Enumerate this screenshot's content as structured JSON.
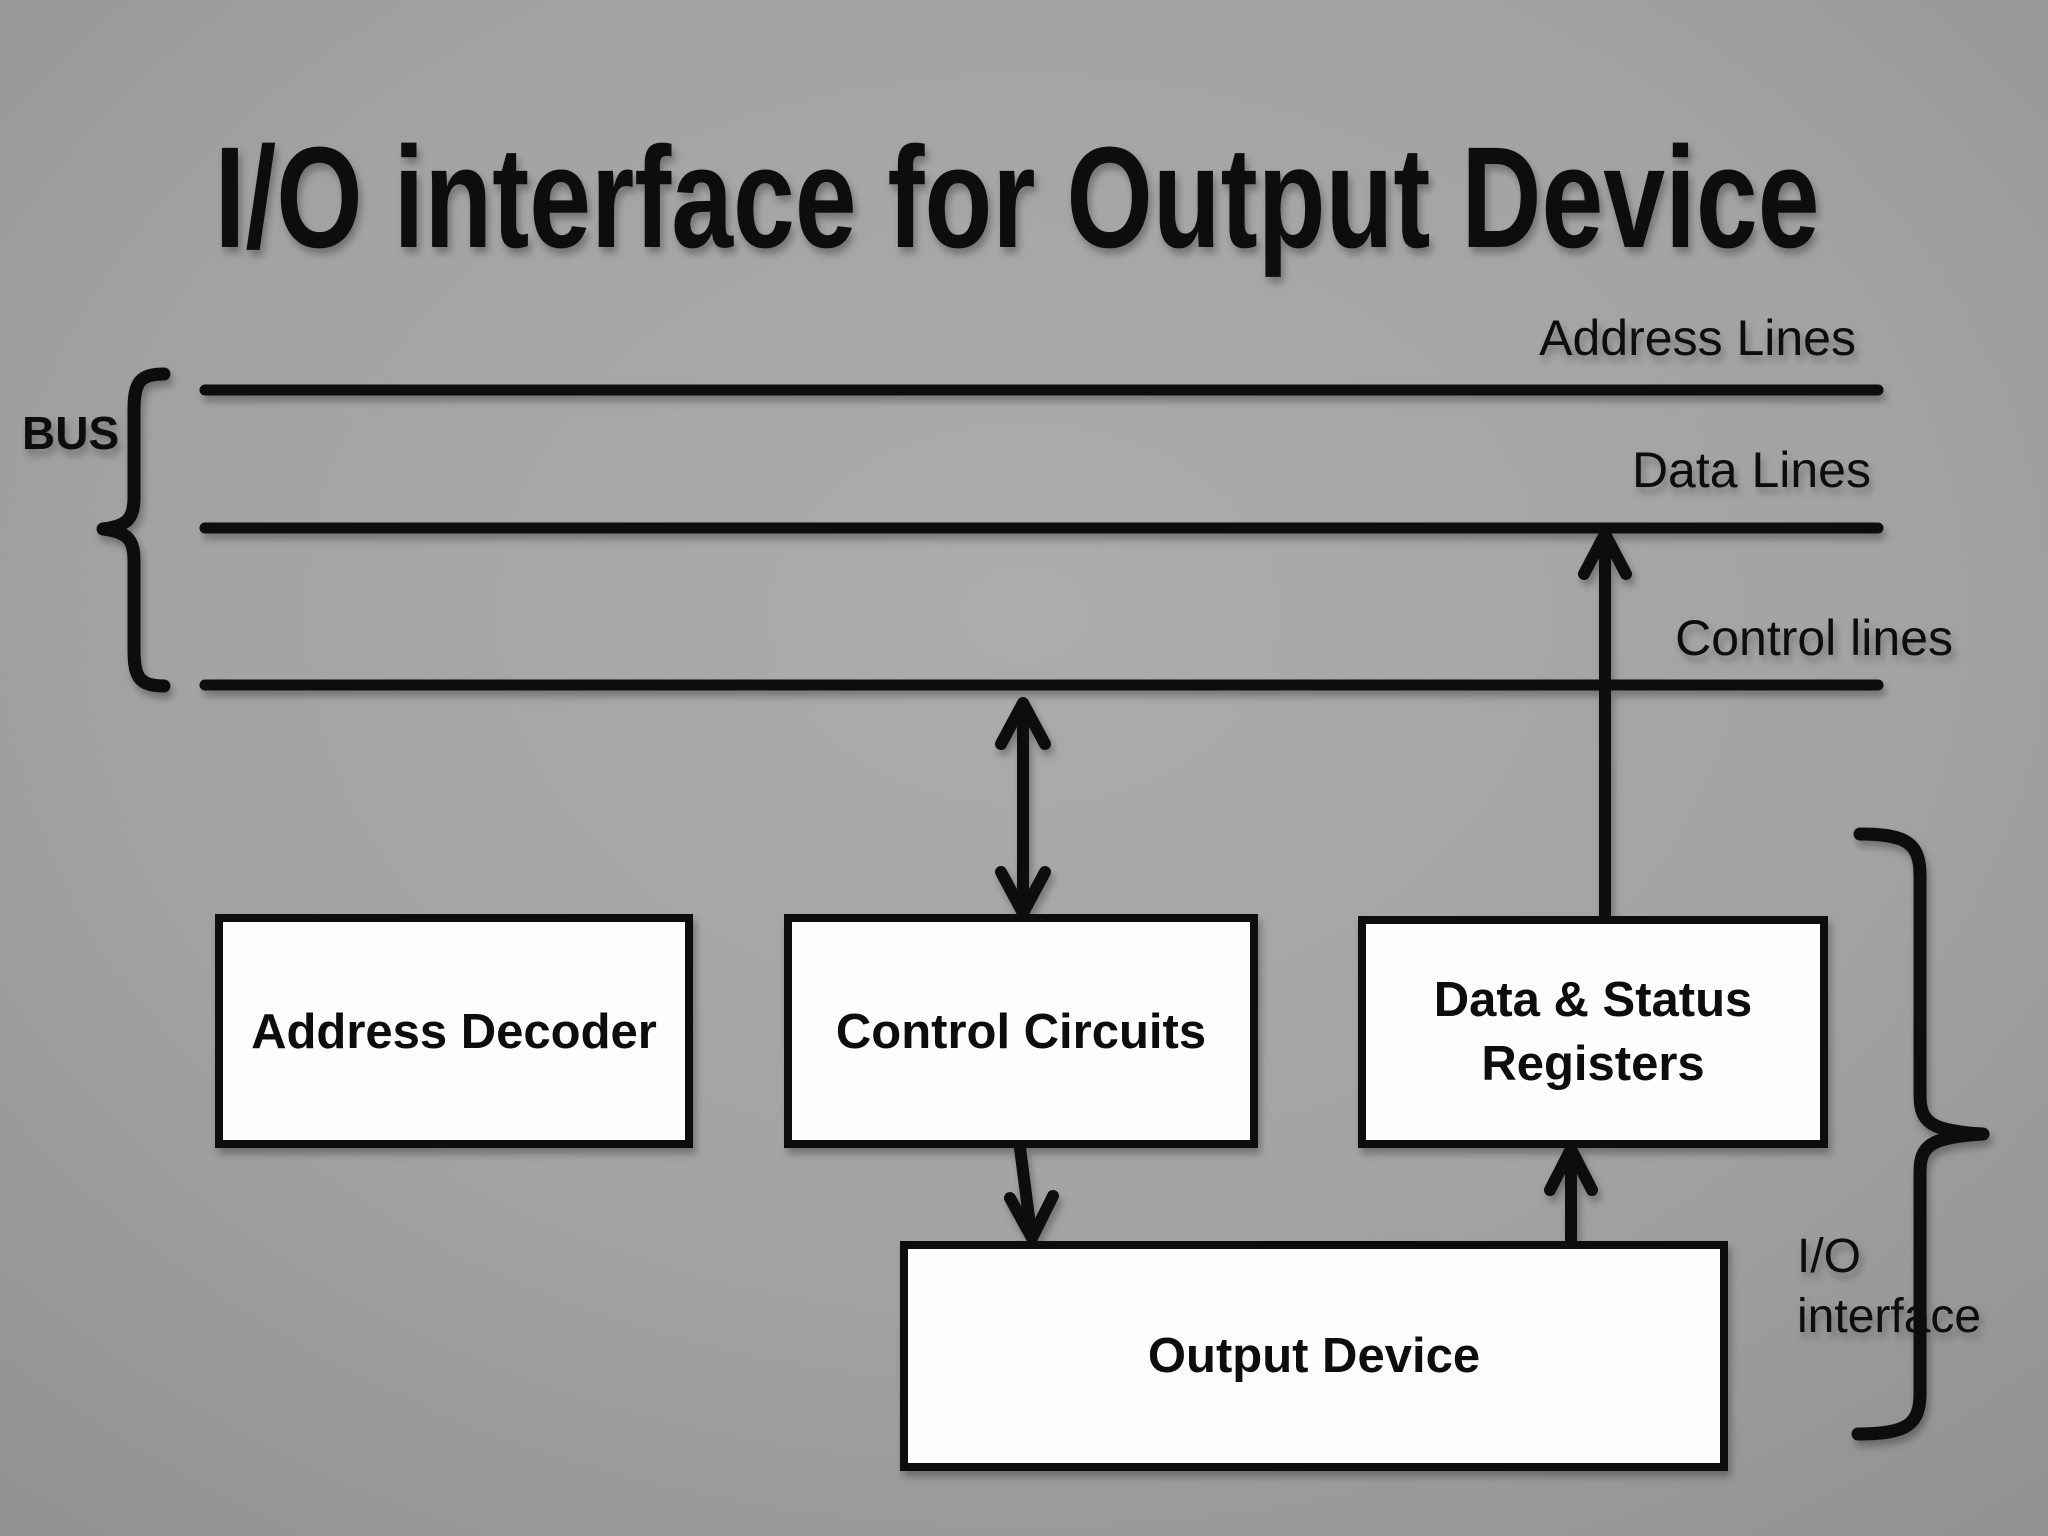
{
  "slide": {
    "title": "I/O interface for Output Device"
  },
  "bus": {
    "label": "BUS",
    "lines": [
      {
        "id": "address-lines",
        "label": "Address Lines"
      },
      {
        "id": "data-lines",
        "label": "Data Lines"
      },
      {
        "id": "control-lines",
        "label": "Control lines"
      }
    ]
  },
  "blocks": {
    "address_decoder": {
      "label": "Address Decoder"
    },
    "control_circuits": {
      "label": "Control Circuits"
    },
    "data_status_registers": {
      "line1": "Data & Status",
      "line2": "Registers"
    },
    "output_device": {
      "label": "Output Device"
    }
  },
  "io_interface": {
    "line1": "I/O",
    "line2": "interface"
  },
  "colors": {
    "background_center": "#acacac",
    "background_edge": "#929292",
    "ink": "#0e0e0e",
    "box_fill": "#fdfdfd"
  }
}
